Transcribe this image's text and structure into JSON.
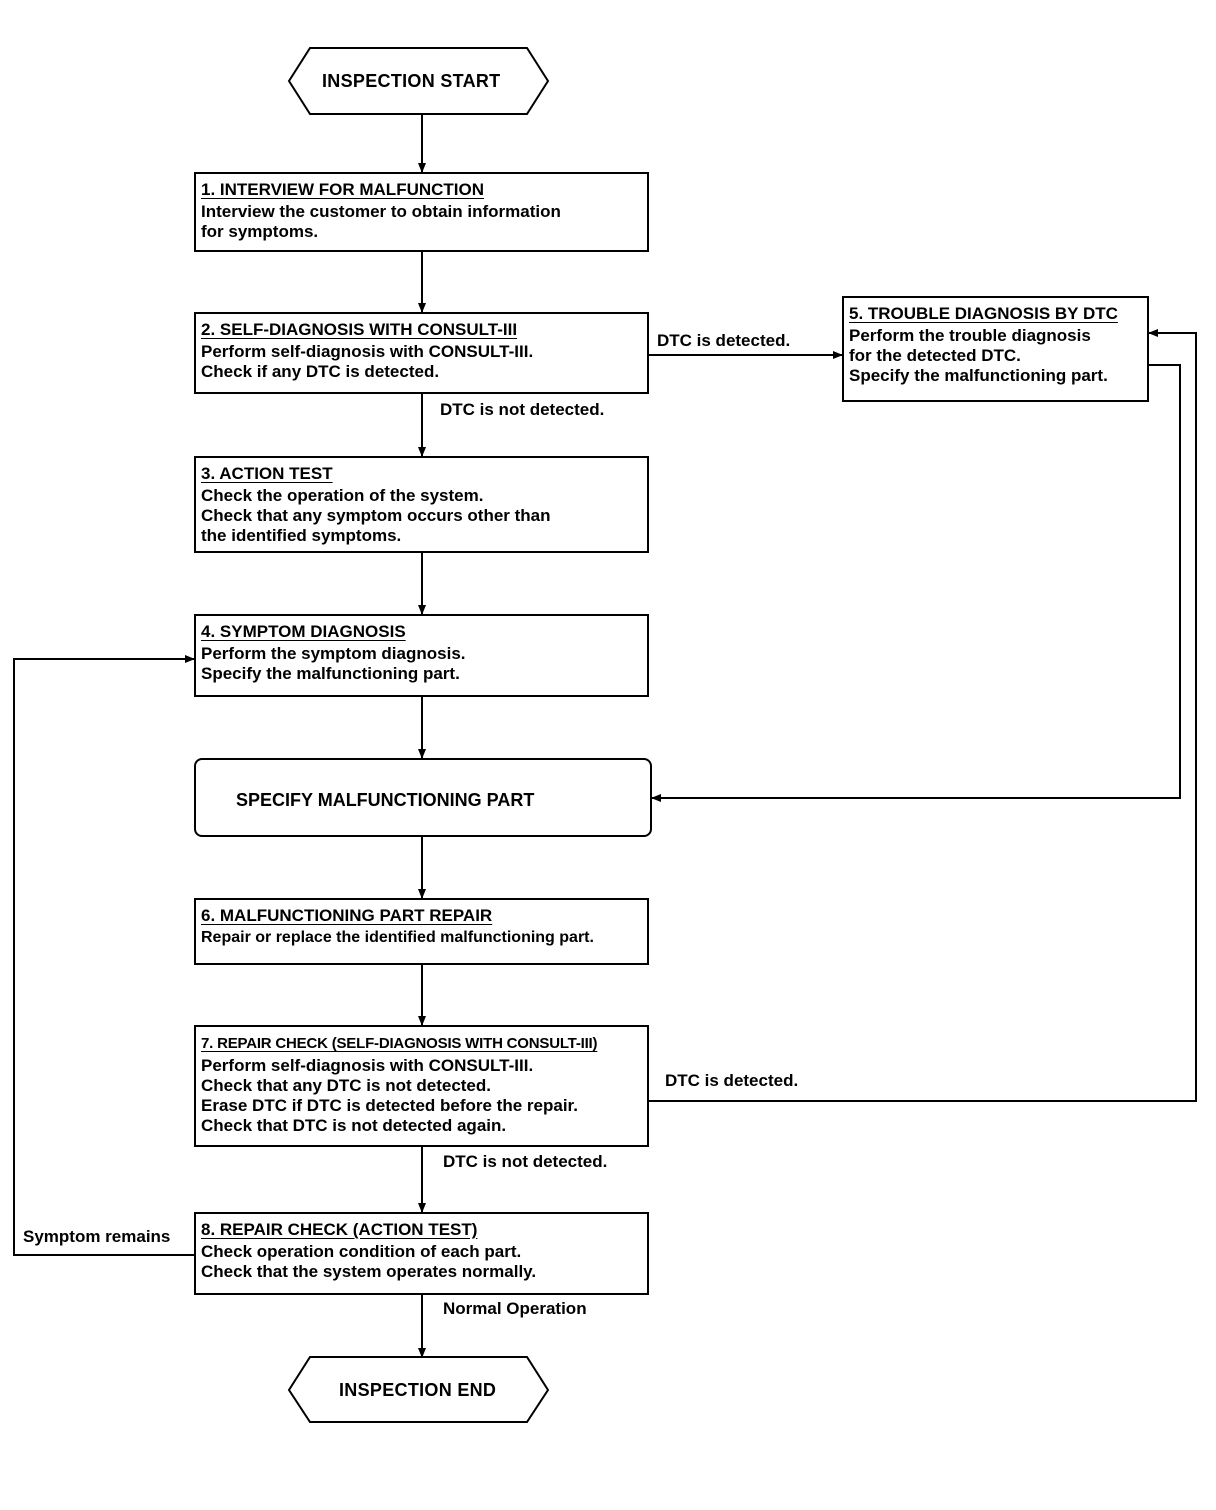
{
  "start": {
    "label": "INSPECTION START"
  },
  "end": {
    "label": "INSPECTION END"
  },
  "step1": {
    "title": "1. INTERVIEW FOR MALFUNCTION",
    "lines": [
      "Interview the customer to obtain information",
      "for symptoms."
    ]
  },
  "step2": {
    "title": "2. SELF-DIAGNOSIS WITH CONSULT-III",
    "lines": [
      "Perform self-diagnosis with CONSULT-III.",
      "Check if any DTC is detected."
    ]
  },
  "step3": {
    "title": "3. ACTION TEST",
    "lines": [
      "Check the operation of the system.",
      "Check that any symptom occurs other than",
      "the identified symptoms."
    ]
  },
  "step4": {
    "title": "4. SYMPTOM DIAGNOSIS",
    "lines": [
      "Perform the symptom diagnosis.",
      "Specify the malfunctioning part."
    ]
  },
  "step5": {
    "title": "5. TROUBLE DIAGNOSIS BY DTC",
    "lines": [
      "Perform the trouble diagnosis",
      "for the detected DTC.",
      "Specify the malfunctioning part."
    ]
  },
  "specify": {
    "label": "SPECIFY MALFUNCTIONING PART"
  },
  "step6": {
    "title": "6. MALFUNCTIONING PART REPAIR",
    "lines": [
      "Repair or replace the identified malfunctioning part."
    ]
  },
  "step7": {
    "title": "7. REPAIR CHECK (SELF-DIAGNOSIS WITH CONSULT-III)",
    "lines": [
      "Perform self-diagnosis with CONSULT-III.",
      "Check that any DTC is not detected.",
      "Erase DTC if DTC is detected before the repair.",
      "Check that DTC is not detected again."
    ]
  },
  "step8": {
    "title": "8. REPAIR CHECK (ACTION TEST)",
    "lines": [
      "Check operation condition of each part.",
      "Check that the system operates normally."
    ]
  },
  "labels": {
    "dtc_detected_2": "DTC is detected.",
    "dtc_not_detected_2": "DTC is not detected.",
    "dtc_detected_7": "DTC is detected.",
    "dtc_not_detected_7": "DTC is not detected.",
    "symptom_remains": "Symptom remains",
    "normal_operation": "Normal Operation"
  }
}
